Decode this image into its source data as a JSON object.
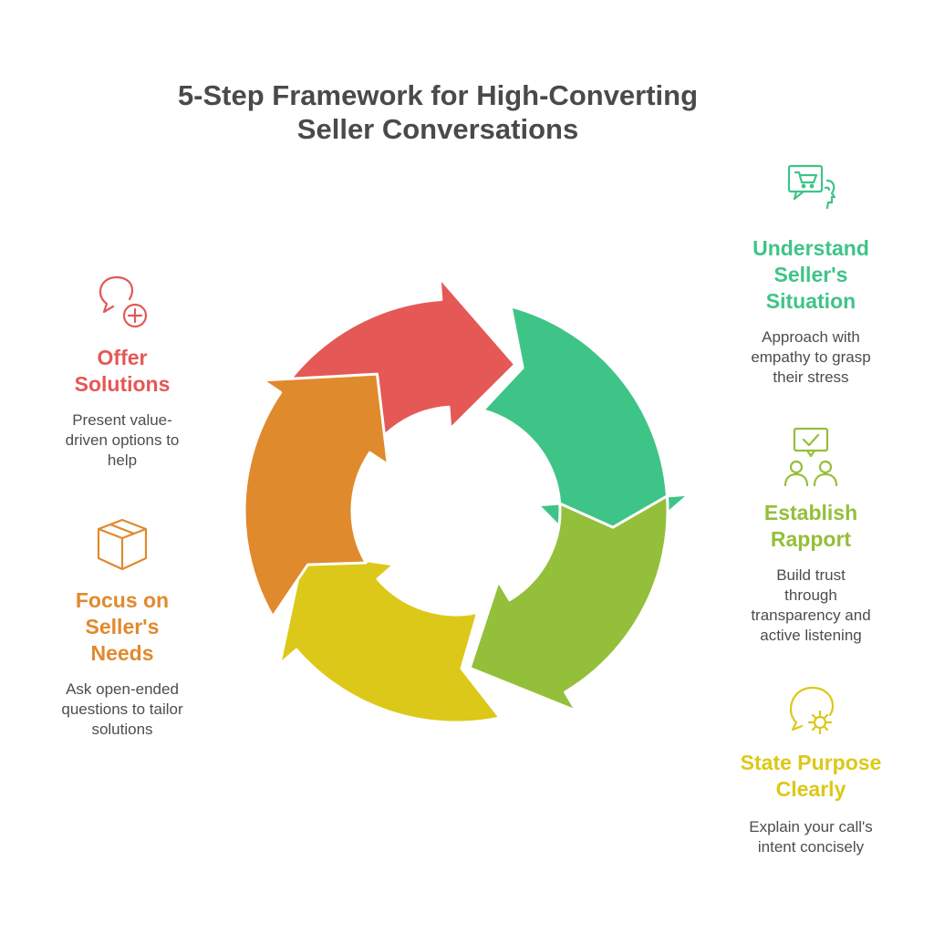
{
  "title": {
    "line1": "5-Step Framework for High-Converting",
    "line2": "Seller Conversations"
  },
  "steps": [
    {
      "id": "understand",
      "heading": [
        "Understand",
        "Seller's",
        "Situation"
      ],
      "description": [
        "Approach with",
        "empathy to grasp",
        "their stress"
      ],
      "color": "#3ec487",
      "icon": "shopping-cart-speech-icon"
    },
    {
      "id": "rapport",
      "heading": [
        "Establish",
        "Rapport"
      ],
      "description": [
        "Build trust",
        "through",
        "transparency and",
        "active listening"
      ],
      "color": "#94bf3a",
      "icon": "people-checkmark-icon"
    },
    {
      "id": "purpose",
      "heading": [
        "State Purpose",
        "Clearly"
      ],
      "description": [
        "Explain your call's",
        "intent concisely"
      ],
      "color": "#dcc818",
      "icon": "chat-gear-icon"
    },
    {
      "id": "needs",
      "heading": [
        "Focus on",
        "Seller's",
        "Needs"
      ],
      "description": [
        "Ask open-ended",
        "questions to tailor",
        "solutions"
      ],
      "color": "#e08a2e",
      "icon": "box-icon"
    },
    {
      "id": "solutions",
      "heading": [
        "Offer",
        "Solutions"
      ],
      "description": [
        "Present value-",
        "driven options to",
        "help"
      ],
      "color": "#e45856",
      "icon": "chat-plus-icon"
    }
  ]
}
